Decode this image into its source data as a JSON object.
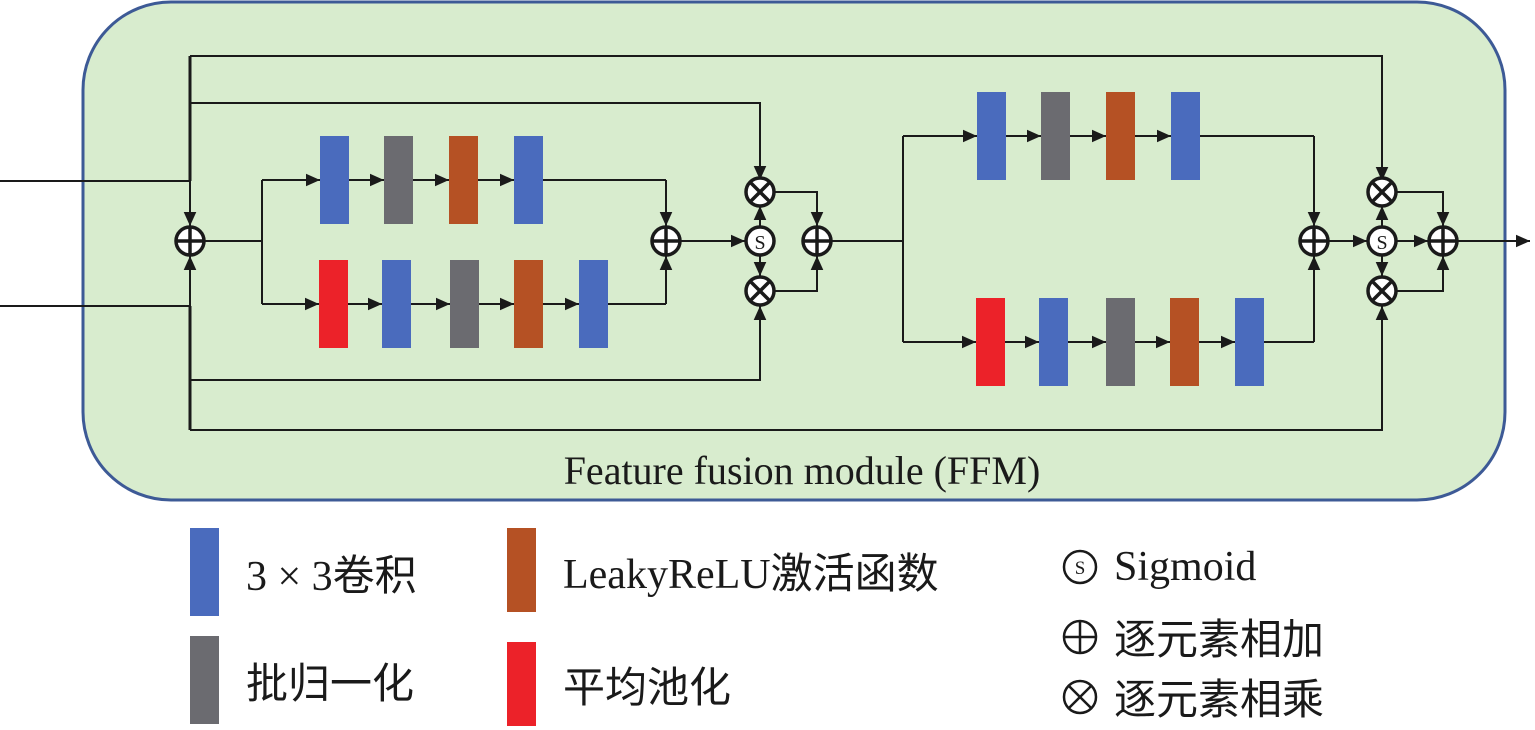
{
  "title": "Feature fusion module (FFM)",
  "colors": {
    "module_fill": "#d8ecce",
    "module_border": "#3d5a96",
    "conv": "#4a6bbd",
    "bn": "#6b6b70",
    "leaky": "#b55124",
    "avgpool": "#ec2229",
    "wire": "#1a1a1a"
  },
  "diagram": {
    "inputs": [
      "input-1",
      "input-2"
    ],
    "output": "output",
    "stages": [
      {
        "name": "stage-1",
        "merge_op": "add",
        "branches": [
          {
            "name": "upper-branch",
            "blocks": [
              "conv",
              "bn",
              "leaky",
              "conv"
            ]
          },
          {
            "name": "lower-branch",
            "blocks": [
              "avgpool",
              "conv",
              "bn",
              "leaky",
              "conv"
            ]
          }
        ],
        "attention": {
          "gate": "sigmoid",
          "multiply_ops": 2,
          "fuse_op": "add"
        }
      },
      {
        "name": "stage-2",
        "merge_op": "add",
        "branches": [
          {
            "name": "upper-branch",
            "blocks": [
              "conv",
              "bn",
              "leaky",
              "conv"
            ]
          },
          {
            "name": "lower-branch",
            "blocks": [
              "avgpool",
              "conv",
              "bn",
              "leaky",
              "conv"
            ]
          }
        ],
        "attention": {
          "gate": "sigmoid",
          "multiply_ops": 2,
          "fuse_op": "add"
        }
      }
    ],
    "sigmoid_symbol": "S"
  },
  "legend": {
    "blocks": [
      {
        "key": "conv",
        "label": "3 × 3卷积"
      },
      {
        "key": "leaky",
        "label": "LeakyReLU激活函数"
      },
      {
        "key": "bn",
        "label": "批归一化"
      },
      {
        "key": "avgpool",
        "label": "平均池化"
      }
    ],
    "symbols": [
      {
        "key": "sigmoid",
        "label": "Sigmoid"
      },
      {
        "key": "add",
        "label": "逐元素相加"
      },
      {
        "key": "multiply",
        "label": "逐元素相乘"
      }
    ]
  }
}
